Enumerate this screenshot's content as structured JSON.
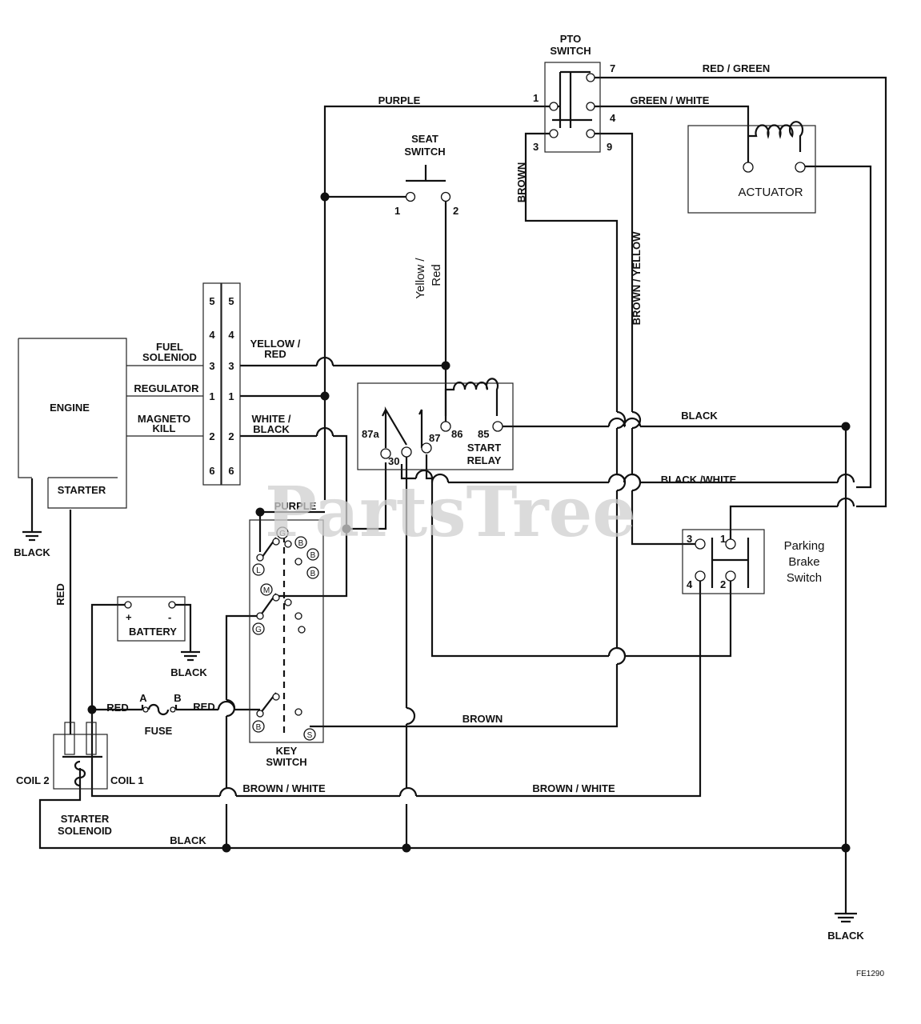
{
  "watermark": "PartsTree",
  "figure_code": "FE1290",
  "components": {
    "engine": "ENGINE",
    "starter": "STARTER",
    "pto_switch": [
      "PTO",
      "SWITCH"
    ],
    "seat_switch": [
      "SEAT",
      "SWITCH"
    ],
    "actuator": "ACTUATOR",
    "start_relay": [
      "START",
      "RELAY"
    ],
    "parking_brake_switch": [
      "Parking",
      "Brake",
      "Switch"
    ],
    "battery": "BATTERY",
    "battery_plus": "+",
    "battery_minus": "-",
    "fuse": "FUSE",
    "fuse_a": "A",
    "fuse_b": "B",
    "key_switch": [
      "KEY",
      "SWITCH"
    ],
    "starter_solenoid": [
      "STARTER",
      "SOLENOID"
    ],
    "coil_1": "COIL 1",
    "coil_2": "COIL 2"
  },
  "engine_connections": {
    "fuel_solenoid": [
      "FUEL",
      "SOLENIOD"
    ],
    "regulator": "REGULATOR",
    "magneto_kill": [
      "MAGNETO",
      "KILL"
    ]
  },
  "connector_pins": [
    "5",
    "4",
    "3",
    "1",
    "2",
    "6"
  ],
  "pto_pins": {
    "p7": "7",
    "p1": "1",
    "p4": "4",
    "p3": "3",
    "p9": "9"
  },
  "seat_pins": {
    "p1": "1",
    "p2": "2"
  },
  "relay_pins": {
    "p87a": "87a",
    "p87": "87",
    "p86": "86",
    "p85": "85",
    "p30": "30"
  },
  "brake_pins": {
    "p1": "1",
    "p2": "2",
    "p3": "3",
    "p4": "4"
  },
  "key_terminals": {
    "g": "G",
    "l": "L",
    "b": "B",
    "m": "M",
    "s": "S"
  },
  "wire_labels": {
    "red_green": "RED / GREEN",
    "purple_top": "PURPLE",
    "green_white": "GREEN / WHITE",
    "brown_pto": "BROWN",
    "brown_yellow": "BROWN / YELLOW",
    "yellow_red_vert": [
      "Yellow /",
      "Red"
    ],
    "yellow_red": [
      "YELLOW /",
      "RED"
    ],
    "white_black": [
      "WHITE /",
      "BLACK"
    ],
    "black_relay": "BLACK",
    "black_white": "BLACK /WHITE",
    "purple_key": "PURPLE",
    "black_ground_engine": "BLACK",
    "red_vertical": "RED",
    "black_ground_battery": "BLACK",
    "red_left": "RED",
    "red_right": "RED",
    "brown_bottom": "BROWN",
    "brown_white_left": "BROWN / WHITE",
    "brown_white_right": "BROWN / WHITE",
    "black_bottom": "BLACK",
    "black_ground_main": "BLACK"
  }
}
